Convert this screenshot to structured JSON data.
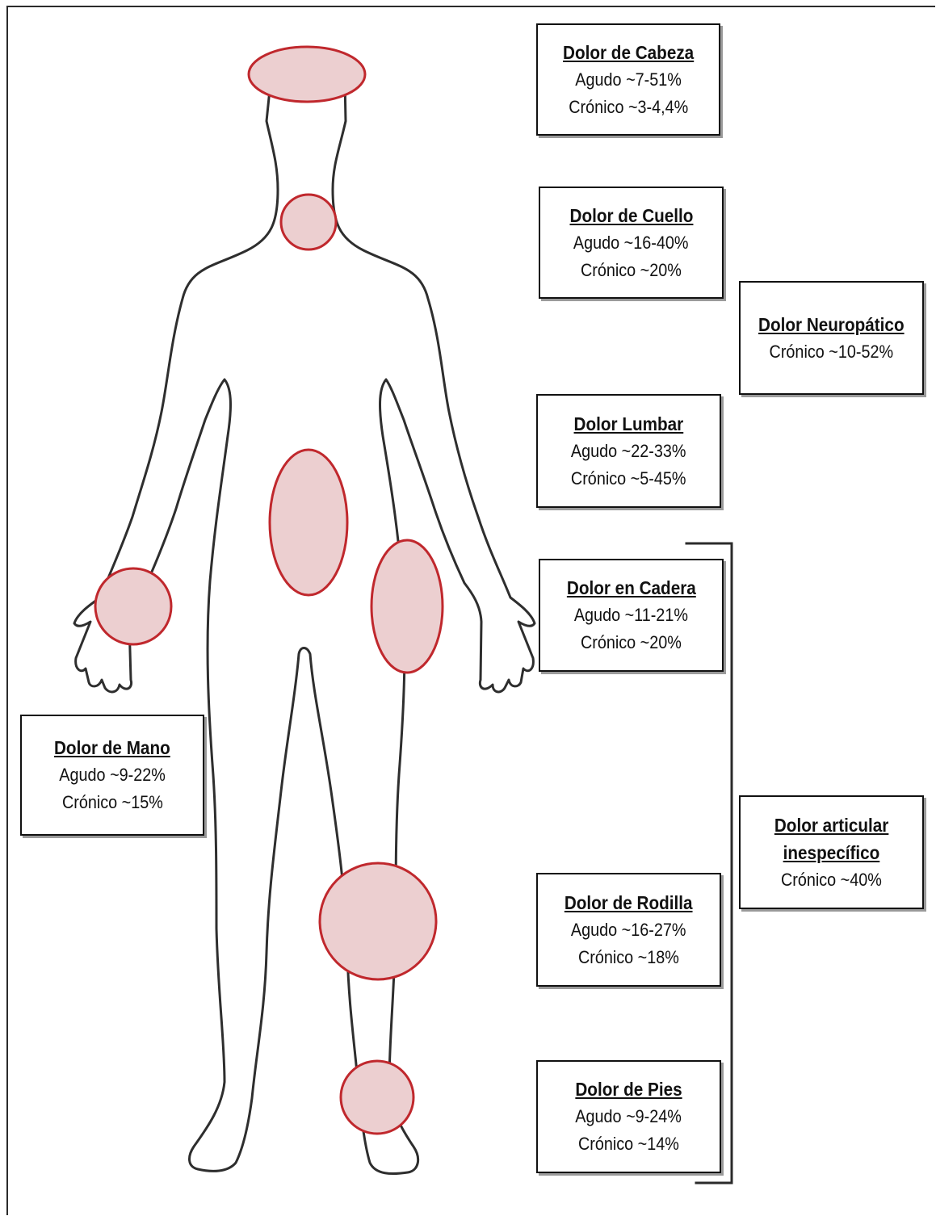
{
  "colors": {
    "body_outline": "#2e2e2e",
    "region_stroke": "#c0282d",
    "region_fill": "#eccfd0",
    "box_border": "#111111"
  },
  "labels": {
    "cabeza": {
      "title": "Dolor de Cabeza",
      "lines": [
        "Agudo ~7-51%",
        "Crónico ~3-4,4%"
      ]
    },
    "cuello": {
      "title": "Dolor de Cuello",
      "lines": [
        "Agudo ~16-40%",
        "Crónico ~20%"
      ]
    },
    "neuro": {
      "title": "Dolor Neuropático",
      "lines": [
        "Crónico ~10-52%"
      ]
    },
    "lumbar": {
      "title": "Dolor Lumbar",
      "lines": [
        "Agudo ~22-33%",
        "Crónico ~5-45%"
      ]
    },
    "cadera": {
      "title": "Dolor en Cadera",
      "lines": [
        "Agudo ~11-21%",
        "Crónico ~20%"
      ]
    },
    "mano": {
      "title": "Dolor de Mano",
      "lines": [
        "Agudo ~9-22%",
        "Crónico ~15%"
      ]
    },
    "articular": {
      "title_line1": "Dolor articular",
      "title_line2": "inespecífico",
      "lines": [
        "Crónico ~40%"
      ]
    },
    "rodilla": {
      "title": "Dolor de Rodilla",
      "lines": [
        "Agudo ~16-27%",
        "Crónico ~18%"
      ]
    },
    "pies": {
      "title": "Dolor de Pies",
      "lines": [
        "Agudo ~9-24%",
        "Crónico ~14%"
      ]
    }
  }
}
